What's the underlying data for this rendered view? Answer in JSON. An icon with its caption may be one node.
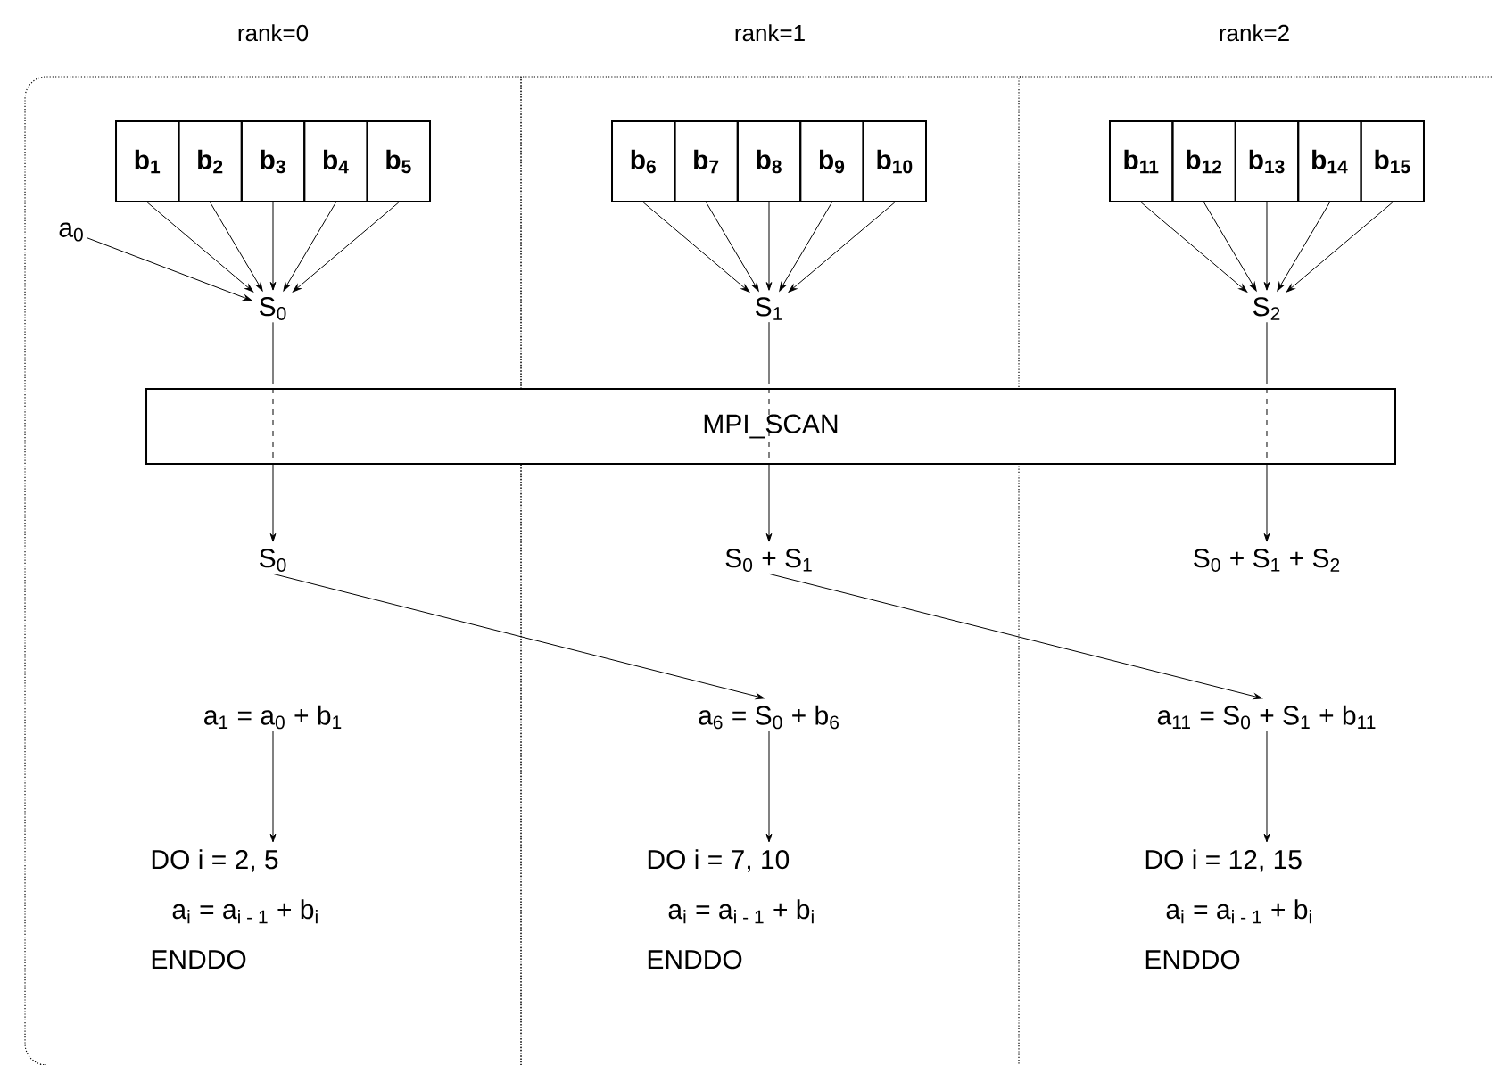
{
  "diagram": {
    "nodes": [
      {
        "text": [
          "rank=0"
        ]
      },
      {
        "text": [
          "rank=1"
        ]
      },
      {
        "text": [
          "rank=2"
        ]
      },
      {
        "text": [
          "b$_{1}$"
        ],
        "in": 0
      },
      {
        "text": [
          "b$_{2}$"
        ],
        "in": 0
      },
      {
        "text": [
          "b$_{3}$"
        ],
        "in": 0
      },
      {
        "text": [
          "b$_{4}$"
        ],
        "in": 0
      },
      {
        "text": [
          "b$_{5}$"
        ],
        "in": 0
      },
      {
        "text": [
          "a$_{0}$"
        ],
        "in": 0
      },
      {
        "text": [
          "S$_{0}$"
        ],
        "in": 0
      },
      {
        "text": [
          "b$_{6}$"
        ],
        "in": 1
      },
      {
        "text": [
          "b$_{7}$"
        ],
        "in": 1
      },
      {
        "text": [
          "b$_{8}$"
        ],
        "in": 1
      },
      {
        "text": [
          "b$_{9}$"
        ],
        "in": 1
      },
      {
        "text": [
          "b$_{10}$"
        ],
        "in": 1
      },
      {
        "text": [
          "S$_{1}$"
        ],
        "in": 1
      },
      {
        "text": [
          "b$_{11}$"
        ],
        "in": 2
      },
      {
        "text": [
          "b$_{12}$"
        ],
        "in": 2
      },
      {
        "text": [
          "b$_{13}$"
        ],
        "in": 2
      },
      {
        "text": [
          "b$_{14}$"
        ],
        "in": 2
      },
      {
        "text": [
          "b$_{15}$"
        ],
        "in": 2
      },
      {
        "text": [
          "S$_{2}$"
        ],
        "in": 2
      },
      {
        "text": [
          "MPI_SCAN"
        ]
      },
      {
        "text": [
          "S$_{0}$"
        ],
        "in": 0
      },
      {
        "text": [
          "S$_{0}$ + S$_{1}$"
        ],
        "in": 1
      },
      {
        "text": [
          "S$_{0}$ + S$_{1}$ + S$_{2}$"
        ],
        "in": 2
      },
      {
        "text": [
          "a$_{1}$ = a$_{0}$ + b$_{1}$"
        ],
        "in": 0
      },
      {
        "text": [
          "a$_{6}$ = S$_{0}$ + b$_{6}$"
        ],
        "in": 1
      },
      {
        "text": [
          "a$_{11}$ = S$_{0}$ + S$_{1}$ + b$_{11}$"
        ],
        "in": 2
      },
      {
        "text": [
          "DO i = 2, 5",
          "a$_{i}$ = a$_{i - 1}$ + b$_{i}$",
          "ENDDO"
        ],
        "in": 0
      },
      {
        "text": [
          "DO i = 7, 10",
          "a$_{i}$ = a$_{i - 1}$ + b$_{i}$",
          "ENDDO"
        ],
        "in": 1
      },
      {
        "text": [
          "DO i = 12, 15",
          "a$_{i}$ = a$_{i - 1}$ + b$_{i}$",
          "ENDDO"
        ],
        "in": 2
      }
    ],
    "edges": [
      {
        "from": 3,
        "to": 9,
        "arrow": "to"
      },
      {
        "from": 4,
        "to": 9,
        "arrow": "to"
      },
      {
        "from": 5,
        "to": 9,
        "arrow": "to"
      },
      {
        "from": 6,
        "to": 9,
        "arrow": "to"
      },
      {
        "from": 7,
        "to": 9,
        "arrow": "to"
      },
      {
        "from": 8,
        "to": 9,
        "arrow": "to"
      },
      {
        "from": 10,
        "to": 15,
        "arrow": "to"
      },
      {
        "from": 11,
        "to": 15,
        "arrow": "to"
      },
      {
        "from": 12,
        "to": 15,
        "arrow": "to"
      },
      {
        "from": 13,
        "to": 15,
        "arrow": "to"
      },
      {
        "from": 14,
        "to": 15,
        "arrow": "to"
      },
      {
        "from": 16,
        "to": 21,
        "arrow": "to"
      },
      {
        "from": 17,
        "to": 21,
        "arrow": "to"
      },
      {
        "from": 18,
        "to": 21,
        "arrow": "to"
      },
      {
        "from": 19,
        "to": 21,
        "arrow": "to"
      },
      {
        "from": 20,
        "to": 21,
        "arrow": "to"
      },
      {
        "from": 9,
        "to": 22,
        "arrow": "none"
      },
      {
        "from": 15,
        "to": 22,
        "arrow": "none"
      },
      {
        "from": 21,
        "to": 22,
        "arrow": "none"
      },
      {
        "from": 22,
        "to": 23,
        "arrow": "to"
      },
      {
        "from": 22,
        "to": 24,
        "arrow": "to"
      },
      {
        "from": 22,
        "to": 25,
        "arrow": "to"
      },
      {
        "from": 23,
        "to": 27,
        "arrow": "to"
      },
      {
        "from": 24,
        "to": 28,
        "arrow": "to"
      },
      {
        "from": 26,
        "to": 29,
        "arrow": "to"
      },
      {
        "from": 27,
        "to": 30,
        "arrow": "to"
      },
      {
        "from": 28,
        "to": 31,
        "arrow": "to"
      }
    ]
  }
}
